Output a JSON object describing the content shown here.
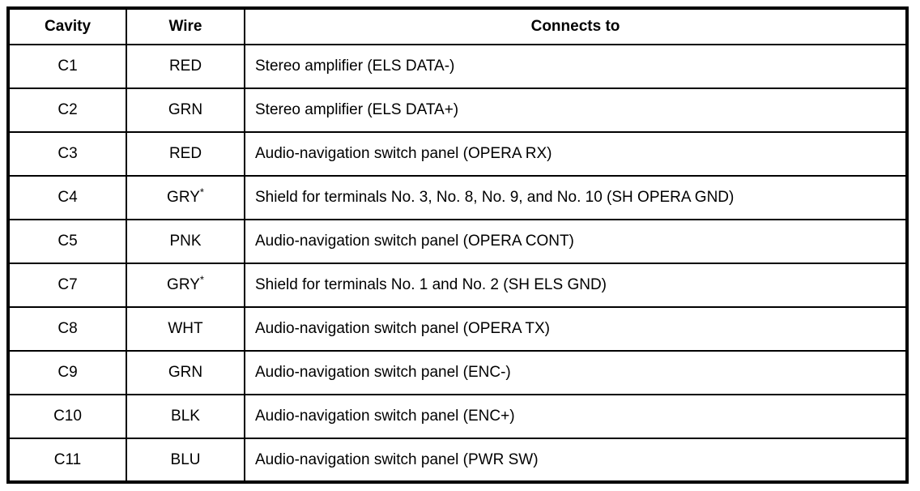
{
  "table": {
    "headers": {
      "cavity": "Cavity",
      "wire": "Wire",
      "connects": "Connects to"
    },
    "rows": [
      {
        "cavity": "C1",
        "wire": "RED",
        "wire_note": "",
        "connects": "Stereo amplifier (ELS DATA-)"
      },
      {
        "cavity": "C2",
        "wire": "GRN",
        "wire_note": "",
        "connects": "Stereo amplifier (ELS DATA+)"
      },
      {
        "cavity": "C3",
        "wire": "RED",
        "wire_note": "",
        "connects": "Audio-navigation switch panel (OPERA RX)"
      },
      {
        "cavity": "C4",
        "wire": "GRY",
        "wire_note": "*",
        "connects": "Shield for terminals No. 3, No. 8, No. 9, and No. 10 (SH OPERA GND)"
      },
      {
        "cavity": "C5",
        "wire": "PNK",
        "wire_note": "",
        "connects": "Audio-navigation switch panel (OPERA CONT)"
      },
      {
        "cavity": "C7",
        "wire": "GRY",
        "wire_note": "*",
        "connects": "Shield for terminals No. 1 and No. 2 (SH ELS GND)"
      },
      {
        "cavity": "C8",
        "wire": "WHT",
        "wire_note": "",
        "connects": "Audio-navigation switch panel (OPERA TX)"
      },
      {
        "cavity": "C9",
        "wire": "GRN",
        "wire_note": "",
        "connects": "Audio-navigation switch panel (ENC-)"
      },
      {
        "cavity": "C10",
        "wire": "BLK",
        "wire_note": "",
        "connects": "Audio-navigation switch panel (ENC+)"
      },
      {
        "cavity": "C11",
        "wire": "BLU",
        "wire_note": "",
        "connects": "Audio-navigation switch panel (PWR SW)"
      }
    ],
    "colors": {
      "border": "#000000",
      "text": "#000000",
      "background": "#ffffff"
    }
  }
}
